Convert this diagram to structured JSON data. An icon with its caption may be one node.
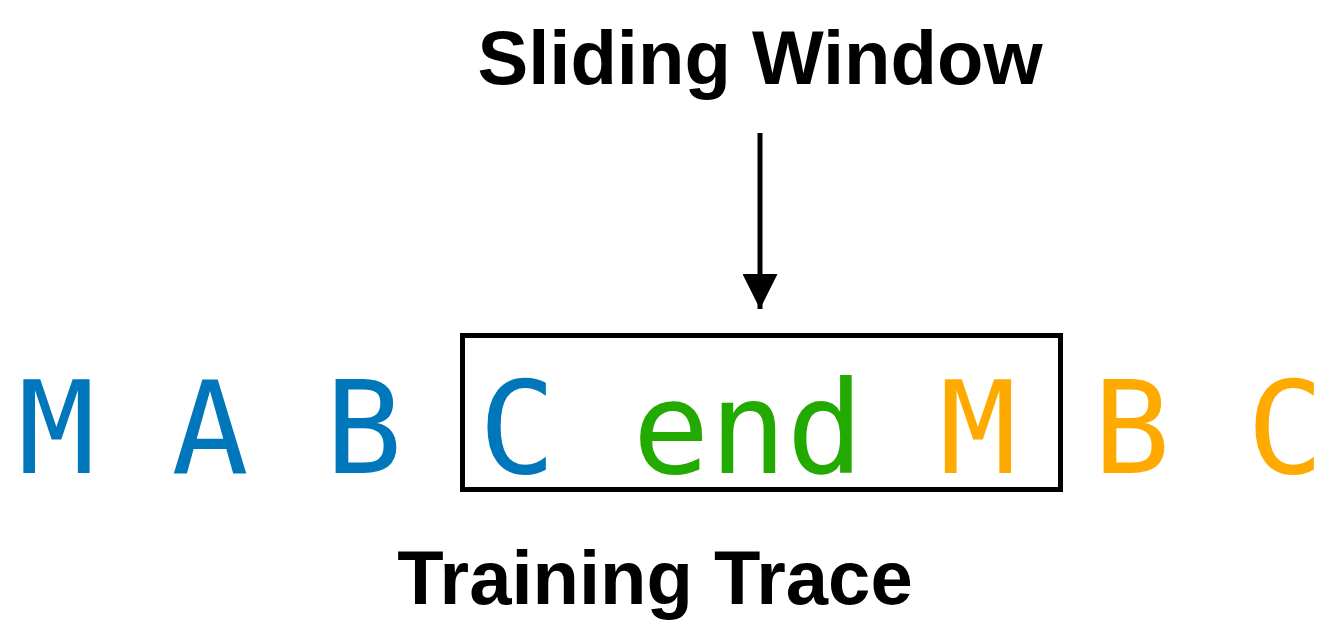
{
  "diagram": {
    "nodes": [
      {
        "text": [
          "Sliding Window"
        ]
      },
      {
        "text": [
          "C",
          "end",
          "M"
        ]
      }
    ],
    "edges": [
      {
        "from": 0,
        "to": 1,
        "arrow": "to"
      }
    ],
    "labels": [
      "M",
      "A",
      "B",
      "B",
      "C",
      "Training Trace"
    ]
  }
}
